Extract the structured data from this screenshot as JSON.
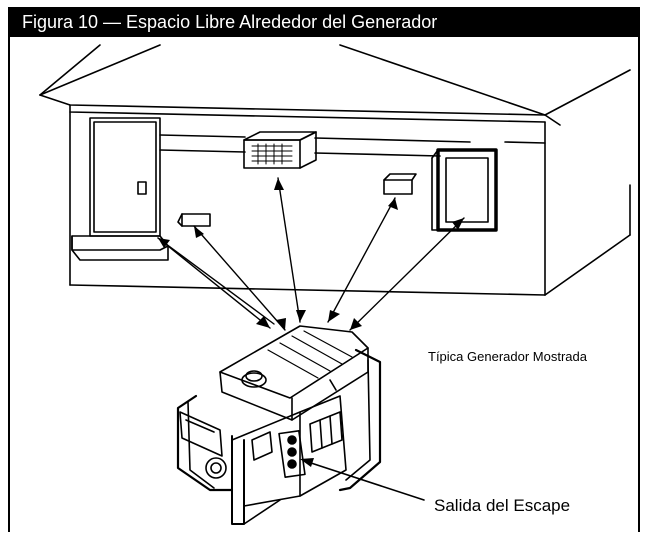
{
  "figure": {
    "title": "Figura 10 — Espacio Libre Alrededor del Generador",
    "caption": "Típica Generador Mostrada",
    "exhaust_label": "Salida del Escape"
  },
  "icons": [
    "house",
    "door",
    "wall-vent",
    "window",
    "air-conditioner",
    "generator",
    "arrow"
  ]
}
